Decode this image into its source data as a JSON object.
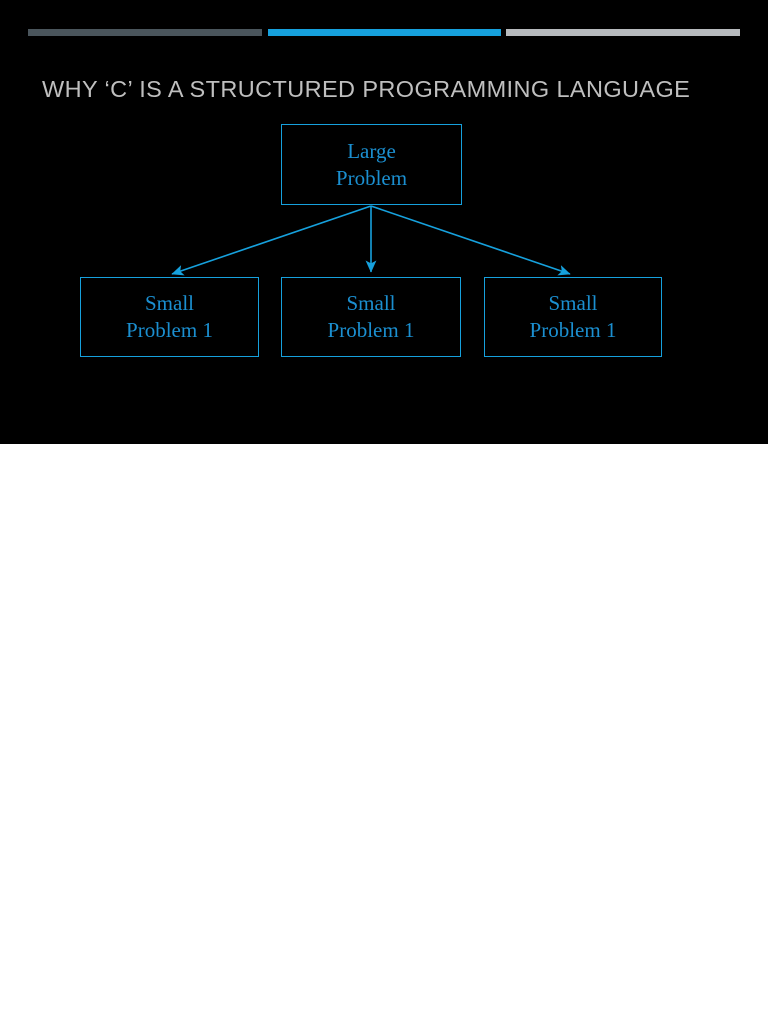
{
  "slide": {
    "background_color": "#000000",
    "accent_color": "#16a1dd",
    "title": "WHY ‘C’ IS A STRUCTURED PROGRAMMING LANGUAGE",
    "title_color": "#bfbfbf",
    "decor_bars": [
      {
        "name": "bar-dark-slate",
        "color": "#4a555c"
      },
      {
        "name": "bar-accent-blue",
        "color": "#16a1dd"
      },
      {
        "name": "bar-light-gray",
        "color": "#b6babd"
      }
    ],
    "diagram": {
      "type": "tree",
      "border_color": "#16a1dd",
      "text_color": "#1b8fd0",
      "arrow_color": "#16a1dd",
      "root": {
        "line1": "Large",
        "line2": "Problem"
      },
      "children": [
        {
          "line1": "Small",
          "line2": "Problem 1"
        },
        {
          "line1": "Small",
          "line2": "Problem 1"
        },
        {
          "line1": "Small",
          "line2": "Problem 1"
        }
      ]
    }
  },
  "page": {
    "body_background": "#ffffff"
  }
}
